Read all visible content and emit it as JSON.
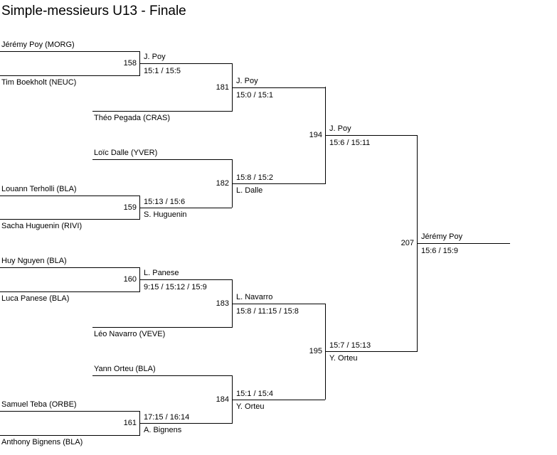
{
  "title": "Simple-messieurs U13 - Finale",
  "players": {
    "p1": "Jérémy Poy (MORG)",
    "p2": "Tim Boekholt (NEUC)",
    "p3": "Théo Pegada (CRAS)",
    "p4": "Loïc Dalle (YVER)",
    "p5": "Louann Terholli (BLA)",
    "p6": "Sacha Huguenin (RIVI)",
    "p7": "Huy Nguyen (BLA)",
    "p8": "Luca Panese (BLA)",
    "p9": "Léo Navarro (VEVE)",
    "p10": "Yann Orteu (BLA)",
    "p11": "Samuel Teba (ORBE)",
    "p12": "Anthony Bignens (BLA)"
  },
  "matches": {
    "m158": {
      "number": "158",
      "winner": "J. Poy",
      "score": "15:1 / 15:5"
    },
    "m159": {
      "number": "159",
      "winner": "S. Huguenin",
      "score": "15:13 / 15:6"
    },
    "m160": {
      "number": "160",
      "winner": "L. Panese",
      "score": "9:15 / 15:12 / 15:9"
    },
    "m161": {
      "number": "161",
      "winner": "A. Bignens",
      "score": "17:15 / 16:14"
    },
    "m181": {
      "number": "181",
      "winner": "J. Poy",
      "score": "15:0 / 15:1"
    },
    "m182": {
      "number": "182",
      "winner": "L. Dalle",
      "score": "15:8 / 15:2"
    },
    "m183": {
      "number": "183",
      "winner": "L. Navarro",
      "score": "15:8 / 11:15 / 15:8"
    },
    "m184": {
      "number": "184",
      "winner": "Y. Orteu",
      "score": "15:1 / 15:4"
    },
    "m194": {
      "number": "194",
      "winner": "J. Poy",
      "score": "15:6 / 15:11"
    },
    "m195": {
      "number": "195",
      "winner": "Y. Orteu",
      "score": "15:7 / 15:13"
    },
    "m207": {
      "number": "207",
      "winner": "Jérémy Poy",
      "score": "15:6 / 15:9"
    }
  }
}
